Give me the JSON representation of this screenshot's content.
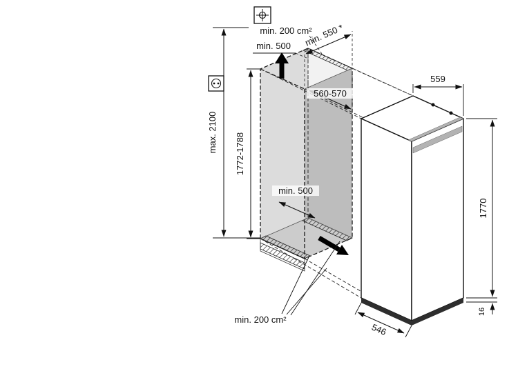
{
  "labels": {
    "vent_top": "min. 200 cm²",
    "clearance_top": "min. 500",
    "niche_depth": "min. 550 *",
    "niche_width": "560-570",
    "max_installation_height": "max. 2100",
    "niche_height": "1772-1788",
    "clearance_bottom": "min. 500",
    "vent_bottom": "min. 200 cm²",
    "appliance_width": "559",
    "appliance_height": "1770",
    "appliance_depth": "546",
    "base_detail": "16"
  },
  "icons": {
    "mains_connection": "crosshair-square-symbol",
    "socket": "power-socket-square-symbol",
    "airflow_top": "thick-up-arrow",
    "airflow_bottom": "thick-diagonal-arrow"
  },
  "colors": {
    "line": "#111111",
    "niche_side_gray": "#bdbdbd",
    "niche_left_gray": "#dcdcdc",
    "niche_floor_gray": "#cccccc",
    "niche_top_gray": "#f2f2f2",
    "handle_gray": "#b3b3b3",
    "base_dark": "#2e2e2e"
  }
}
